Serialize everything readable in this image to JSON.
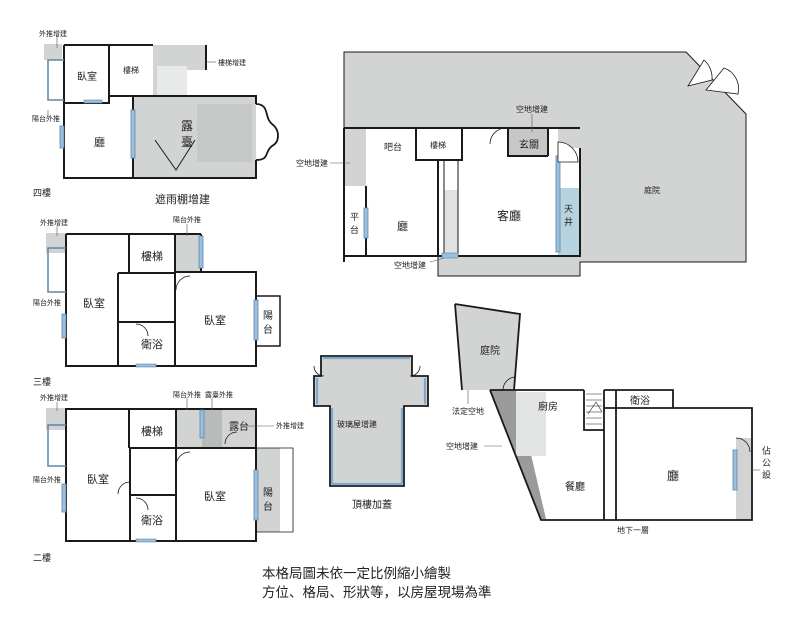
{
  "floor4": {
    "level": "四樓",
    "bedroom": "臥室",
    "stairs": "樓梯",
    "terrace": "露臺",
    "hall": "廳",
    "stair_addition": "樓梯增建",
    "window_out": "外推增建",
    "balcony_out": "陽台外推",
    "canopy": "遮雨棚增建"
  },
  "floor3": {
    "level": "三樓",
    "window_out": "外推增建",
    "balcony_out": "陽台外推",
    "balcony_out_top": "陽台外推",
    "bedroom_left": "臥室",
    "stairs": "樓梯",
    "bedroom_right": "臥室",
    "bathroom": "衛浴",
    "balcony": "陽台"
  },
  "floor2": {
    "level": "二樓",
    "window_out": "外推增建",
    "balcony_out": "陽台外推",
    "balcony_out_top": "陽台外推",
    "terrace_out": "露臺外推",
    "terrace": "露台",
    "terrace_window_out": "外推增建",
    "stairs": "樓梯",
    "bedroom_left": "臥室",
    "bedroom_right": "臥室",
    "bathroom": "衛浴",
    "balcony": "陽台"
  },
  "floor1": {
    "vacant_add_top": "空地增建",
    "vacant_add_left": "空地增建",
    "vacant_add_bottom": "空地增建",
    "bar": "吧台",
    "stairs": "樓梯",
    "entrance": "玄關",
    "yard": "庭院",
    "platform": "平台",
    "hall": "廳",
    "living": "客廳",
    "skylight": "天井"
  },
  "rooftop": {
    "glass_house": "玻璃屋增建",
    "caption": "頂樓加蓋"
  },
  "basement": {
    "yard": "庭院",
    "legal_open": "法定空地",
    "vacant_add": "空地增建",
    "kitchen": "廚房",
    "bathroom": "衛浴",
    "dining": "餐廳",
    "hall": "廳",
    "public_facility": "佔公設",
    "level": "地下一層"
  },
  "footer": {
    "line1": "本格局圖未依一定比例縮小繪製",
    "line2": "方位、格局、形狀等，以房屋現場為準"
  },
  "colors": {
    "wall": "#1a1a1a",
    "addition": "#cfd0d0",
    "addition_light": "#e2e3e3",
    "window": "#9cc0dc",
    "window_frame": "#5b86ad",
    "skylight": "#b7d3df"
  }
}
